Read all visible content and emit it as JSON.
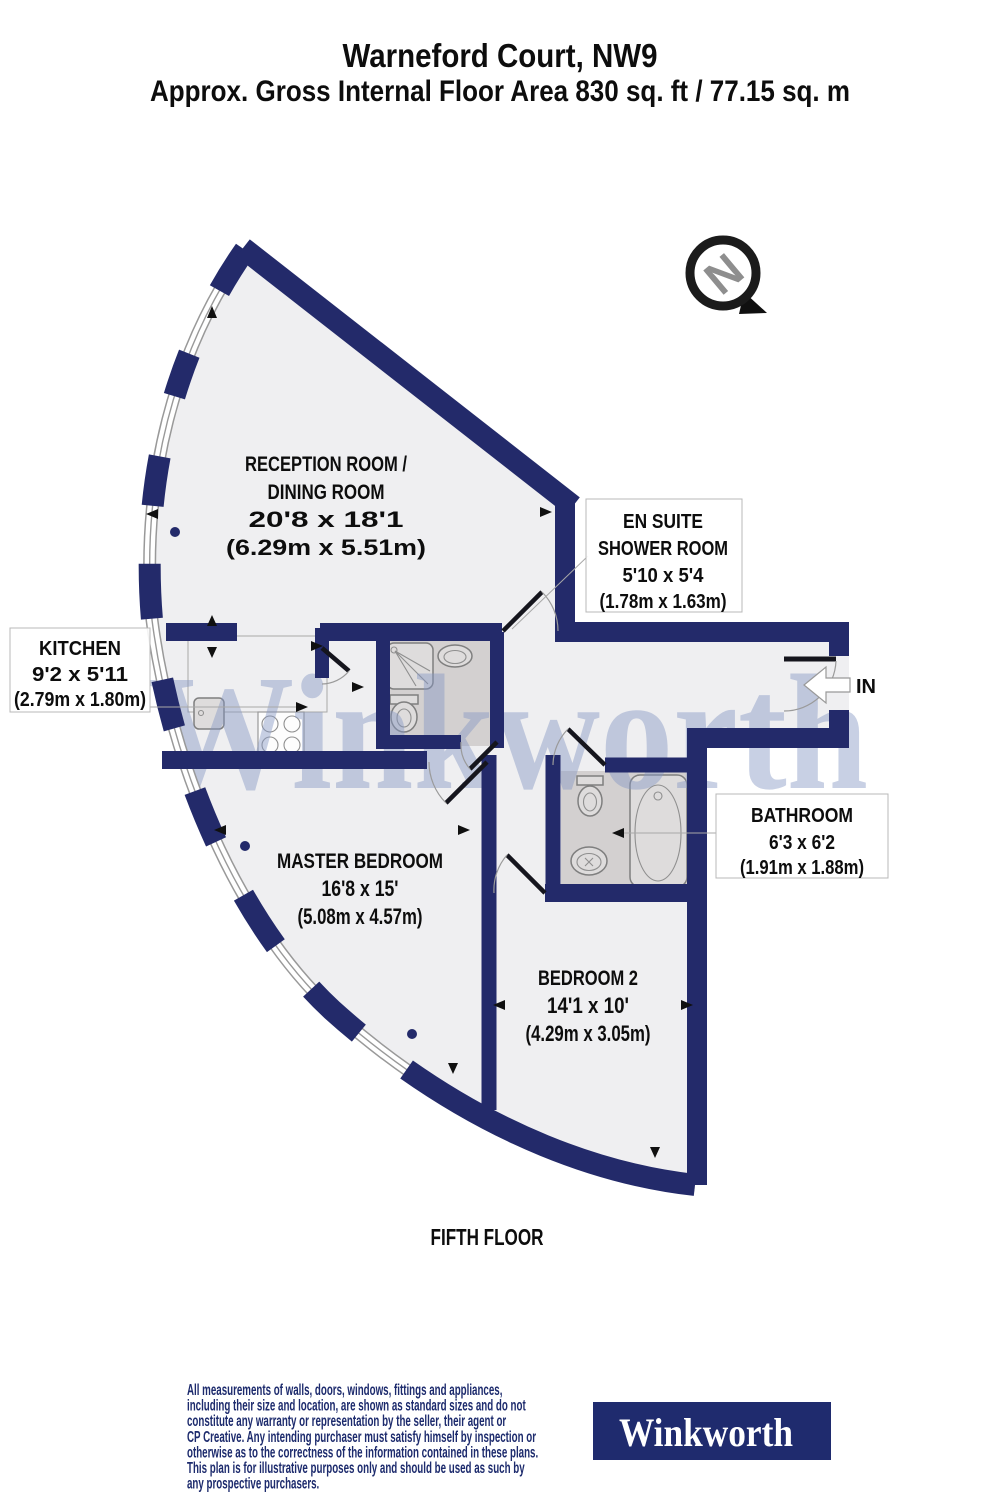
{
  "header": {
    "title": "Warneford Court, NW9",
    "subtitle": "Approx. Gross Internal Floor Area 830 sq. ft / 77.15 sq. m"
  },
  "compass_letter": "N",
  "watermark_text": "Winkworth",
  "plan": {
    "entrance_label": "IN",
    "floor_label": "FIFTH FLOOR",
    "rooms": [
      {
        "id": "reception",
        "name_line1": "RECEPTION ROOM /",
        "name_line2": "DINING ROOM",
        "dims_ft": "20'8 x 18'1",
        "dims_m": "(6.29m x 5.51m)"
      },
      {
        "id": "ensuite",
        "name_line1": "EN SUITE",
        "name_line2": "SHOWER ROOM",
        "dims_ft": "5'10 x 5'4",
        "dims_m": "(1.78m x 1.63m)"
      },
      {
        "id": "kitchen",
        "name_line1": "KITCHEN",
        "dims_ft": "9'2 x 5'11",
        "dims_m": "(2.79m x 1.80m)"
      },
      {
        "id": "master",
        "name_line1": "MASTER BEDROOM",
        "dims_ft": "16'8 x 15'",
        "dims_m": "(5.08m x 4.57m)"
      },
      {
        "id": "bathroom",
        "name_line1": "BATHROOM",
        "dims_ft": "6'3 x 6'2",
        "dims_m": "(1.91m x 1.88m)"
      },
      {
        "id": "bedroom2",
        "name_line1": "BEDROOM 2",
        "dims_ft": "14'1 x 10'",
        "dims_m": "(4.29m x 3.05m)"
      }
    ]
  },
  "footer": {
    "disclaimer_lines": [
      "All measurements of walls, doors, windows, fittings and appliances,",
      "including their size and location, are shown as standard sizes and do not",
      "constitute any warranty or representation by the seller, their agent or",
      "CP Creative. Any intending purchaser must satisfy himself by inspection or",
      "otherwise as to the correctness of the information contained in these plans.",
      "This plan is for illustrative purposes only and should be used as such by",
      "any prospective purchasers."
    ],
    "logo_text": "Winkworth"
  },
  "colors": {
    "wall_navy": "#232a6a",
    "floor_fill": "#efeff1",
    "wetroom_fill": "#d3d0d0",
    "watermark": "#8596c4",
    "disclaimer_text": "#1d2b6d",
    "logo_background": "#1f2b6e"
  }
}
